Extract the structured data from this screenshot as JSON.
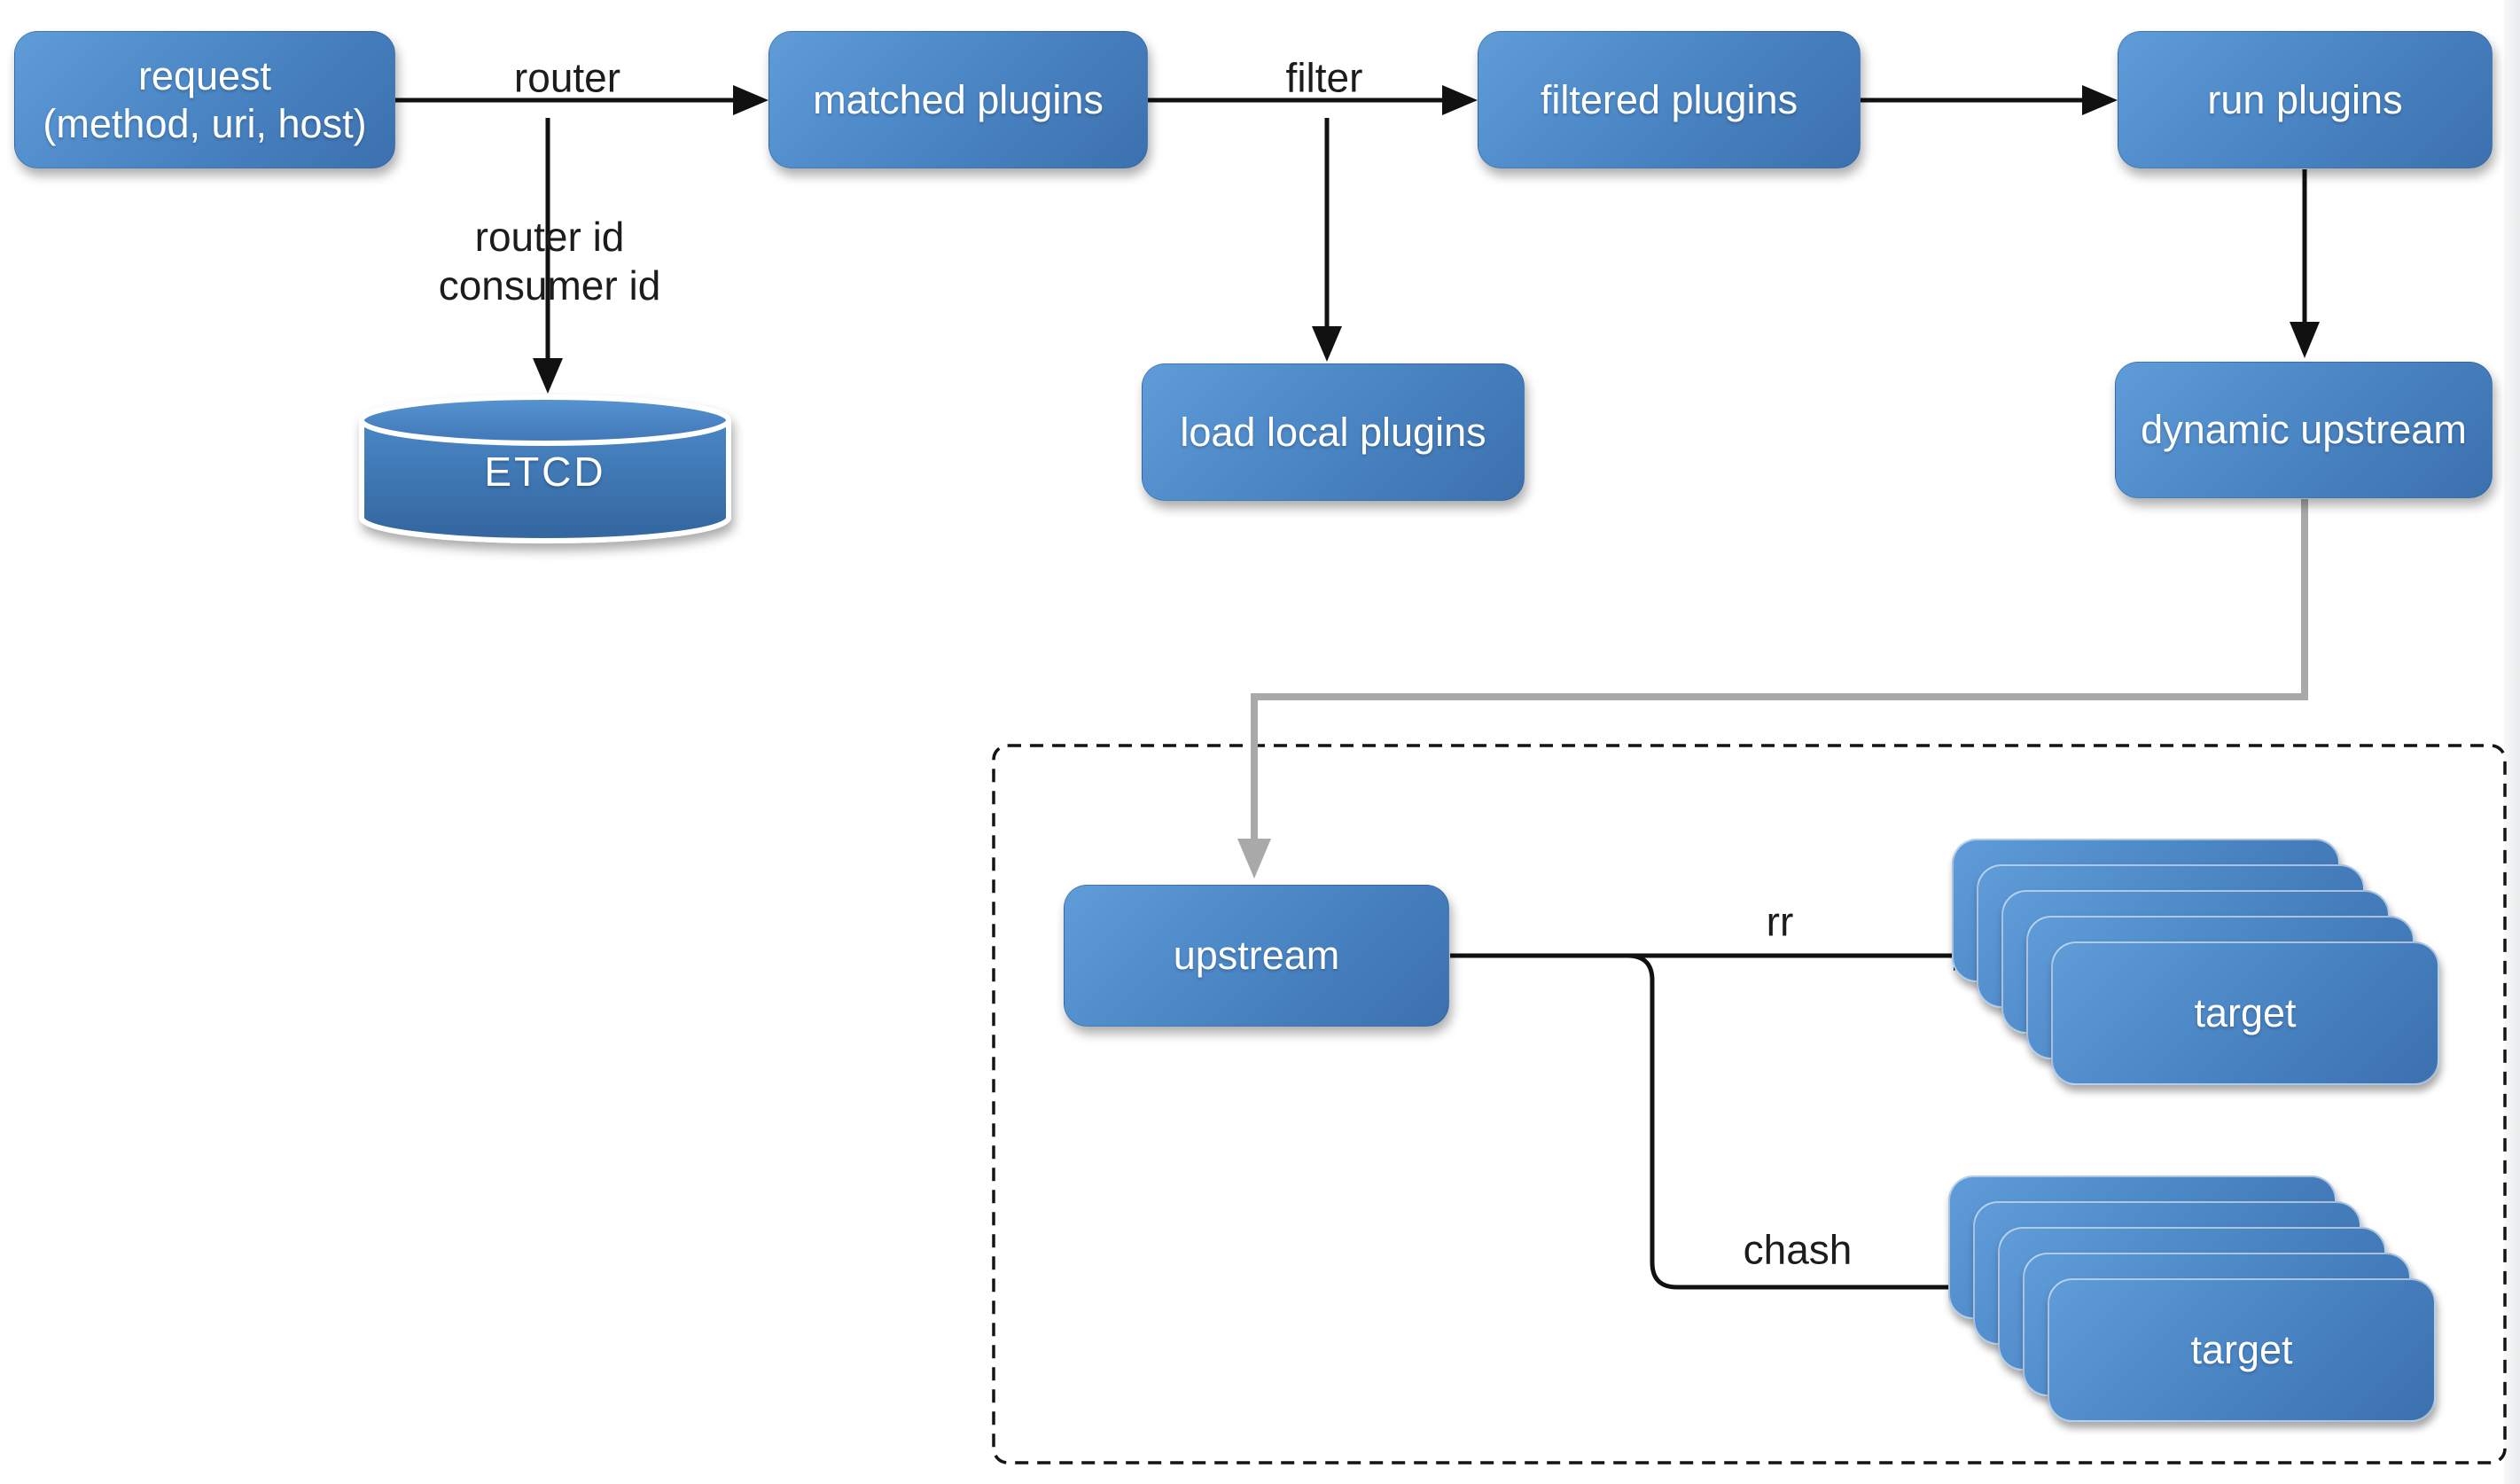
{
  "diagram": {
    "nodes": {
      "request": {
        "title": "request",
        "subtitle": "(method, uri, host)"
      },
      "matched_plugins": {
        "label": "matched plugins"
      },
      "filtered_plugins": {
        "label": "filtered plugins"
      },
      "run_plugins": {
        "label": "run plugins"
      },
      "etcd": {
        "label": "ETCD"
      },
      "load_local_plugins": {
        "label": "load local plugins"
      },
      "dynamic_upstream": {
        "label": "dynamic upstream"
      },
      "upstream": {
        "label": "upstream"
      },
      "target_rr": {
        "label": "target"
      },
      "target_chash": {
        "label": "target"
      }
    },
    "edge_labels": {
      "router": "router",
      "router_id": "router id",
      "consumer_id": "consumer id",
      "filter": "filter",
      "rr": "rr",
      "chash": "chash"
    },
    "colors": {
      "node_fill_light": "#5f9cd8",
      "node_fill_dark": "#3c70ae",
      "node_text": "#ffffff",
      "edge_label_text": "#1c1c1c",
      "arrow_black": "#111111",
      "arrow_gray": "#a9a9a9",
      "dashed_border": "#141414",
      "background": "#ffffff"
    }
  }
}
